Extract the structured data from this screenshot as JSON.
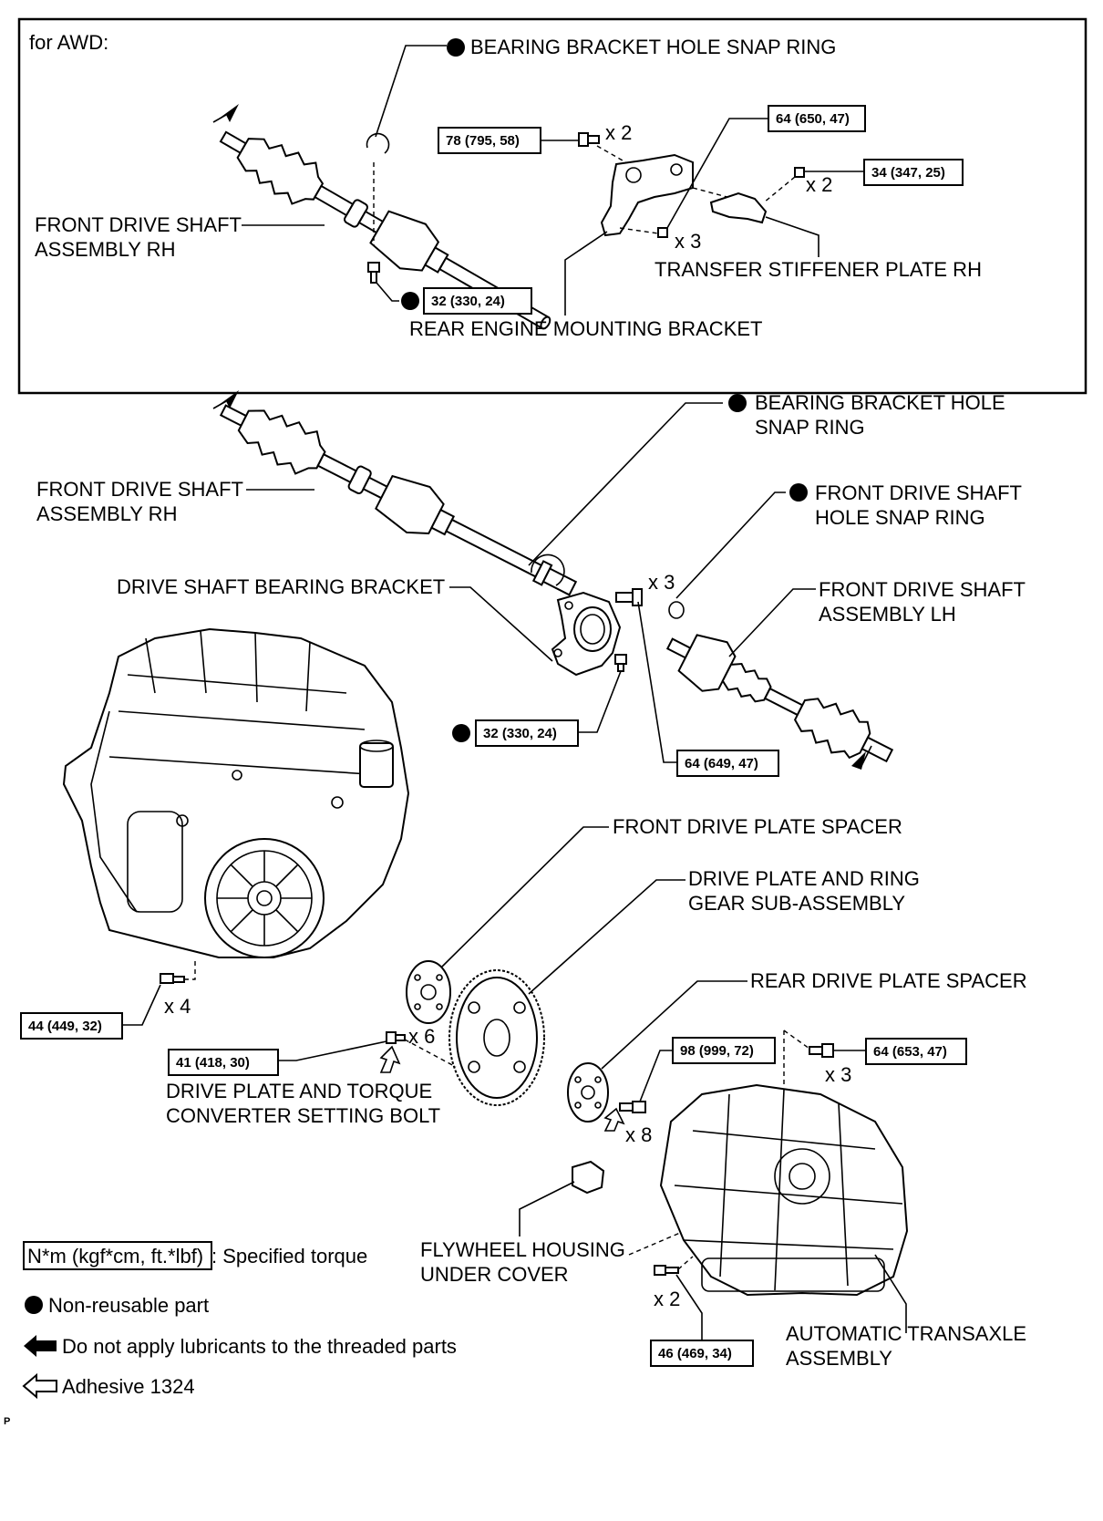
{
  "awd_box": {
    "title": "for AWD:",
    "labels": {
      "snap_ring": "BEARING BRACKET HOLE SNAP RING",
      "shaft_rh": [
        "FRONT DRIVE SHAFT",
        "ASSEMBLY RH"
      ],
      "transfer_plate": "TRANSFER STIFFENER PLATE RH",
      "rear_mount": "REAR ENGINE MOUNTING BRACKET"
    },
    "torques": {
      "t78": "78 (795, 58)",
      "t64": "64 (650, 47)",
      "t34": "34 (347, 25)",
      "t32": "32 (330, 24)"
    },
    "counts": {
      "c1": "x 2",
      "c2": "x 2",
      "c3": "x 3"
    }
  },
  "main": {
    "labels": {
      "snap_ring": [
        "BEARING BRACKET HOLE",
        "SNAP RING"
      ],
      "shaft_rh": [
        "FRONT DRIVE SHAFT",
        "ASSEMBLY RH"
      ],
      "hole_snap": [
        "FRONT DRIVE SHAFT",
        "HOLE SNAP RING"
      ],
      "bearing_bracket": "DRIVE SHAFT BEARING BRACKET",
      "shaft_lh": [
        "FRONT DRIVE SHAFT",
        "ASSEMBLY LH"
      ],
      "front_spacer": "FRONT DRIVE PLATE SPACER",
      "drive_plate": [
        "DRIVE PLATE AND RING",
        "GEAR SUB-ASSEMBLY"
      ],
      "rear_spacer": "REAR DRIVE PLATE SPACER",
      "setting_bolt": [
        "DRIVE PLATE AND TORQUE",
        "CONVERTER SETTING BOLT"
      ],
      "flywheel_cover": [
        "FLYWHEEL HOUSING",
        "UNDER COVER"
      ],
      "transaxle": [
        "AUTOMATIC TRANSAXLE",
        "ASSEMBLY"
      ]
    },
    "torques": {
      "t32": "32 (330, 24)",
      "t64a": "64 (649, 47)",
      "t44": "44 (449, 32)",
      "t41": "41 (418, 30)",
      "t98": "98 (999, 72)",
      "t64b": "64 (653, 47)",
      "t46": "46 (469, 34)"
    },
    "counts": {
      "x3a": "x 3",
      "x4": "x 4",
      "x6": "x 6",
      "x8": "x 8",
      "x3b": "x 3",
      "x2": "x 2"
    }
  },
  "legend": {
    "torque_box": "N*m (kgf*cm, ft.*lbf)",
    "torque_text": ": Specified torque",
    "nonreusable": "Non-reusable part",
    "no_lube": "Do not apply lubricants to the threaded parts",
    "adhesive": "Adhesive 1324"
  },
  "corner_mark": "P",
  "icons": [
    "filled-circle-icon",
    "black-arrow-icon",
    "outline-arrow-icon"
  ]
}
